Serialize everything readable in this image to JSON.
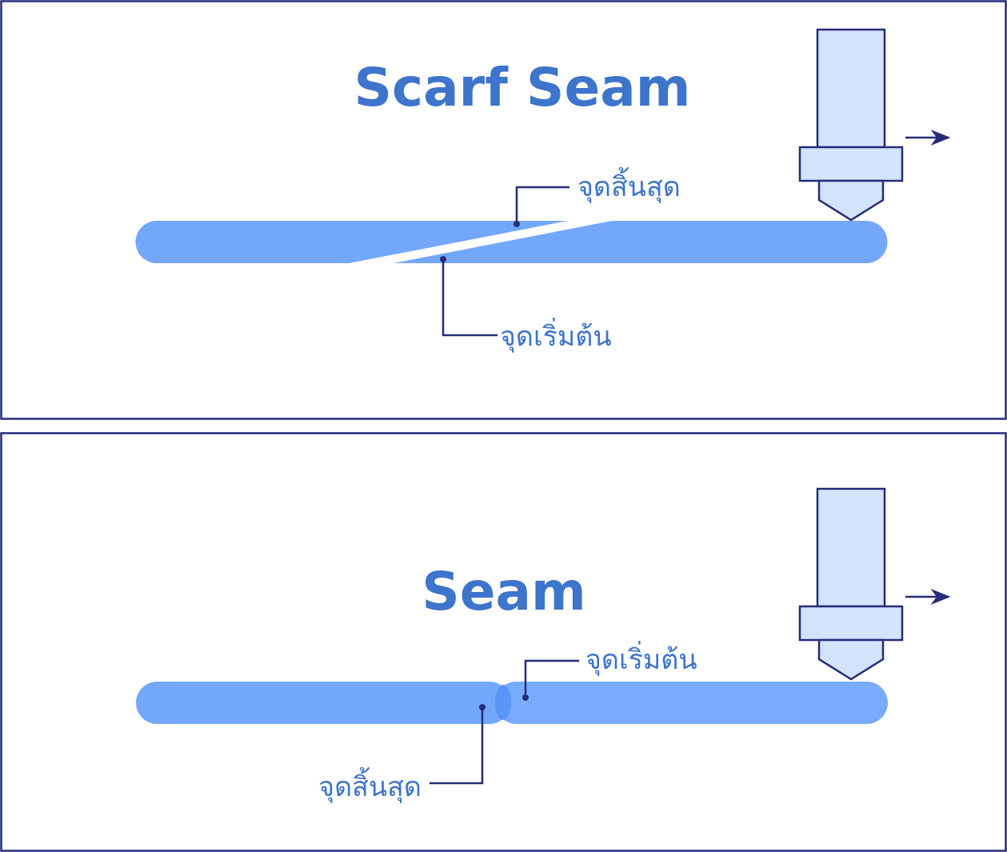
{
  "panels": [
    {
      "title": "Scarf Seam",
      "end_label": "จุดสิ้นสุด",
      "start_label": "จุดเริ่มต้น"
    },
    {
      "title": "Seam",
      "start_label": "จุดเริ่มต้น",
      "end_label": "จุดสิ้นสุด"
    }
  ],
  "colors": {
    "accent": "#3d74cc",
    "bead": "#72a7fc",
    "line": "#262b7a",
    "nozzle": "#d4e3fc"
  }
}
